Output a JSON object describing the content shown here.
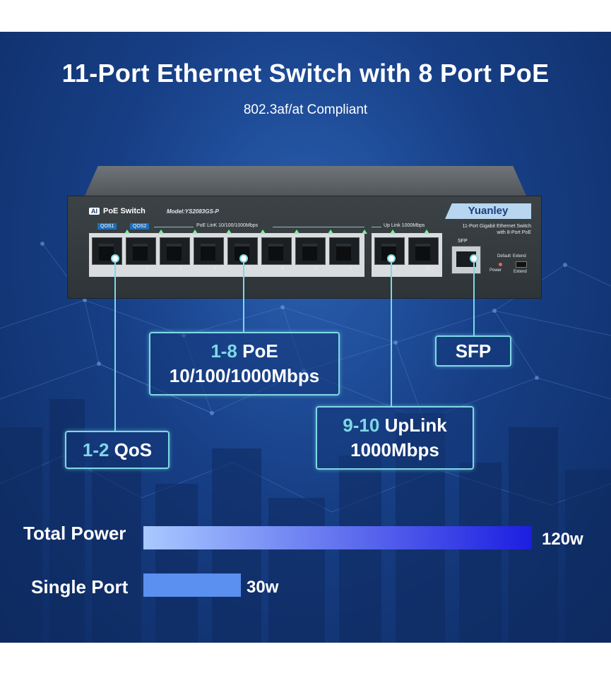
{
  "heading": {
    "title": "11-Port Ethernet Switch with 8 Port PoE",
    "subtitle": "802.3af/at Compliant"
  },
  "switch": {
    "ai_badge": "AI",
    "brand": "PoE Switch",
    "model": "Model:YS2083GS-P",
    "logo": "Yuanley",
    "description_line1": "11-Port Gigabit Ethernet Switch",
    "description_line2": "with 8-Port PoE",
    "qos1": "QOS1",
    "qos2": "QOS2",
    "poe_group": "PoE LinK  10/100/1000Mbps",
    "uplink_group": "Up Link  1000Mbps",
    "sfp": "SFP",
    "default": "Default",
    "extend": "Extend",
    "power": "Power",
    "extend_led": "Extend",
    "port_numbers": [
      "1",
      "2",
      "3",
      "4",
      "5",
      "6",
      "7",
      "8",
      "9",
      "10",
      "11"
    ]
  },
  "callouts": {
    "poe_range": "1-8",
    "poe_text": " PoE",
    "poe_speed": "10/100/1000Mbps",
    "sfp": "SFP",
    "uplink_range": "9-10",
    "uplink_text": " UpLink",
    "uplink_speed": "1000Mbps",
    "qos_range": "1-2",
    "qos_text": " QoS"
  },
  "power_bars": [
    {
      "label": "Total Power",
      "value_text": "120w",
      "watts": 120
    },
    {
      "label": "Single Port",
      "value_text": "30w",
      "watts": 30
    }
  ],
  "colors": {
    "background": "#173f86",
    "accent": "#7fd8e6",
    "bar_total_start": "#a9c9ff",
    "bar_total_end": "#1d1ee0",
    "bar_single": "#5b8ff0"
  }
}
